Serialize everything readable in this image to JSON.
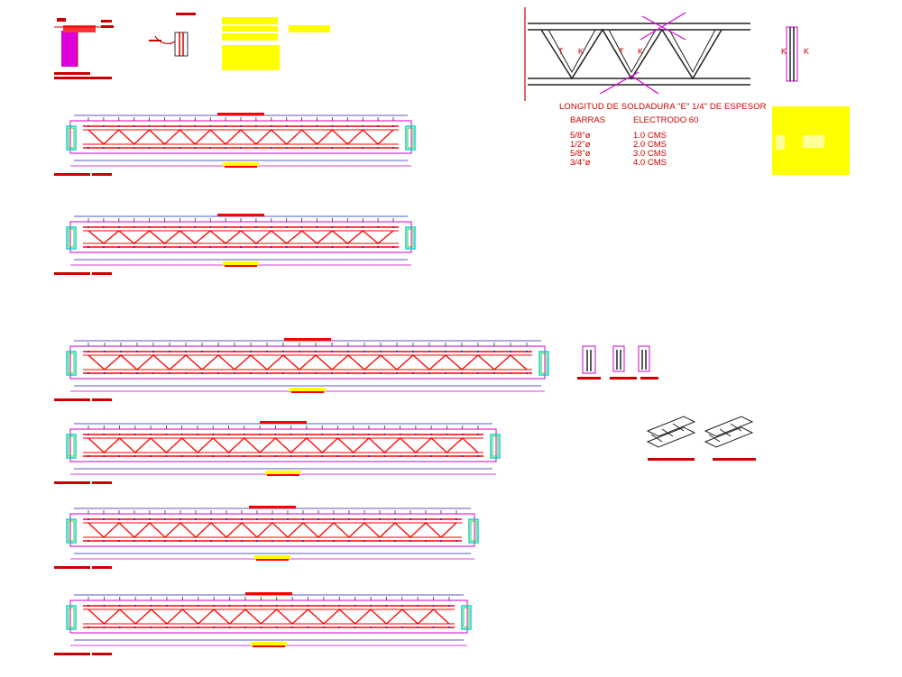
{
  "weld_table": {
    "title": "LONGITUD DE SOLDADURA \"E\" 1/4\" DE ESPESOR",
    "col_bars": "BARRAS",
    "col_electrode": "ELECTRODO 60",
    "rows": [
      {
        "bar": "5/8\"ø",
        "length": "1.0 CMS"
      },
      {
        "bar": "1/2\"ø",
        "length": "2.0 CMS"
      },
      {
        "bar": "5/8\"ø",
        "length": "3.0 CMS"
      },
      {
        "bar": "3/4\"ø",
        "length": "4.0 CMS"
      }
    ]
  },
  "detail_labels": {
    "t": "T",
    "k": "K"
  },
  "colors": {
    "truss": "#ff0000",
    "frame": "#cc00cc",
    "support": "#00cccc",
    "support_inner": "#33cc33",
    "note": "#ffff00",
    "dark": "#333333",
    "blue": "#2222aa"
  }
}
